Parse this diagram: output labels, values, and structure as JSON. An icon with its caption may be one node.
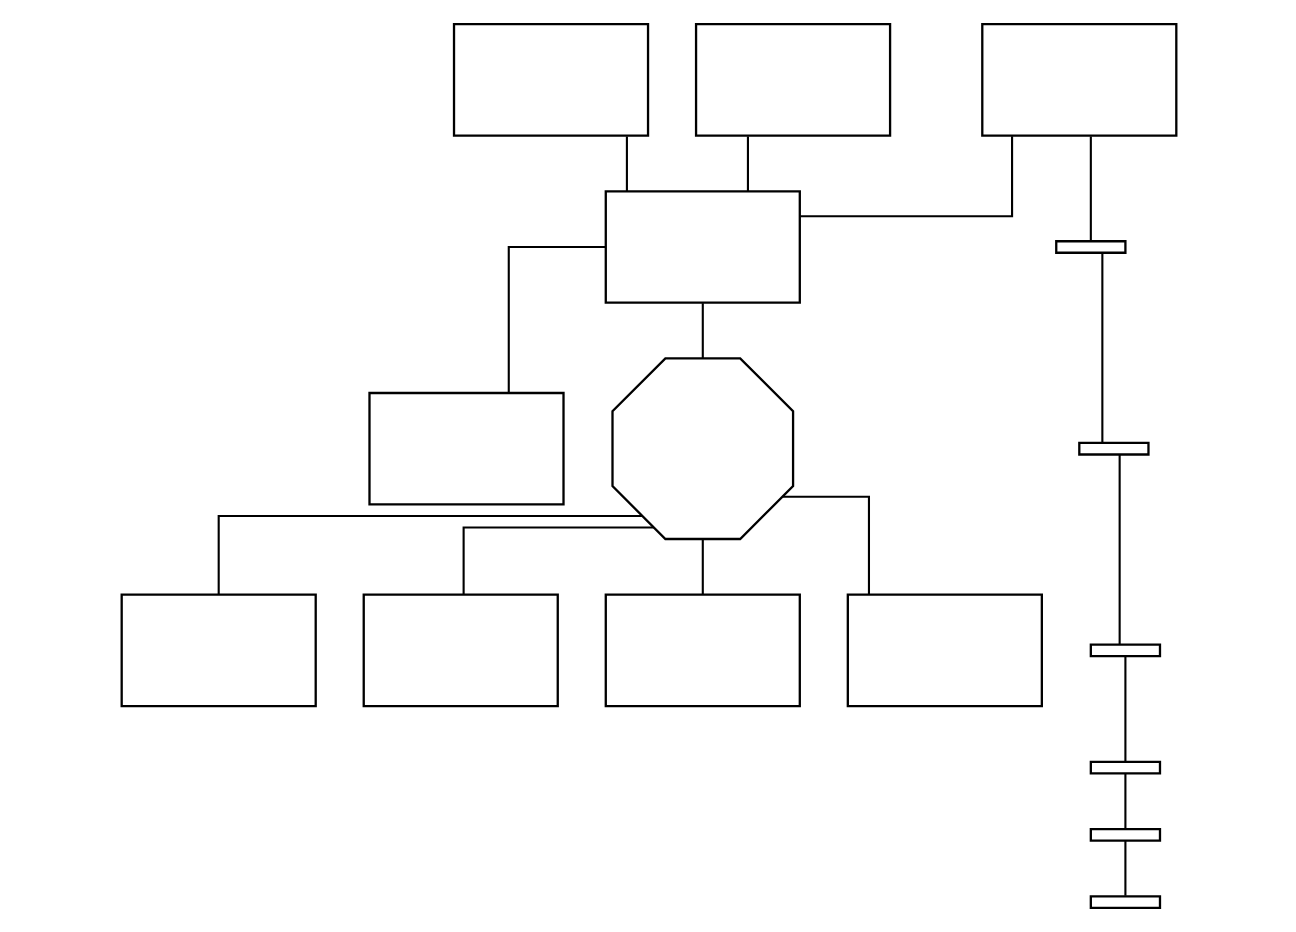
{
  "diagram": {
    "nodes": [
      {
        "text": [],
        "shape": "box"
      },
      {
        "text": [],
        "shape": "box"
      },
      {
        "text": [],
        "shape": "box"
      },
      {
        "text": [],
        "shape": "box"
      },
      {
        "text": [],
        "shape": "box"
      },
      {
        "text": [],
        "shape": "bar"
      },
      {
        "text": [],
        "shape": "bar"
      },
      {
        "text": [],
        "shape": "bar"
      },
      {
        "text": [],
        "shape": "bar"
      },
      {
        "text": [],
        "shape": "bar"
      },
      {
        "text": [],
        "shape": "bar"
      },
      {
        "text": [],
        "shape": "octagon"
      },
      {
        "text": [],
        "shape": "box"
      },
      {
        "text": [],
        "shape": "box"
      },
      {
        "text": [],
        "shape": "box"
      },
      {
        "text": [],
        "shape": "box"
      }
    ],
    "edges": [
      {
        "from": 0,
        "to": 2,
        "arrow": "none"
      },
      {
        "from": 1,
        "to": 2,
        "arrow": "none"
      },
      {
        "from": 4,
        "to": 2,
        "arrow": "none"
      },
      {
        "from": 2,
        "to": 3,
        "arrow": "none"
      },
      {
        "from": 2,
        "to": 11,
        "arrow": "none"
      },
      {
        "from": 4,
        "to": 5,
        "arrow": "none"
      },
      {
        "from": 5,
        "to": 6,
        "arrow": "none"
      },
      {
        "from": 6,
        "to": 7,
        "arrow": "none"
      },
      {
        "from": 7,
        "to": 8,
        "arrow": "none"
      },
      {
        "from": 8,
        "to": 9,
        "arrow": "none"
      },
      {
        "from": 9,
        "to": 10,
        "arrow": "none"
      },
      {
        "from": 11,
        "to": 12,
        "arrow": "none"
      },
      {
        "from": 11,
        "to": 13,
        "arrow": "none"
      },
      {
        "from": 11,
        "to": 14,
        "arrow": "none"
      },
      {
        "from": 11,
        "to": 15,
        "arrow": "none"
      }
    ]
  }
}
